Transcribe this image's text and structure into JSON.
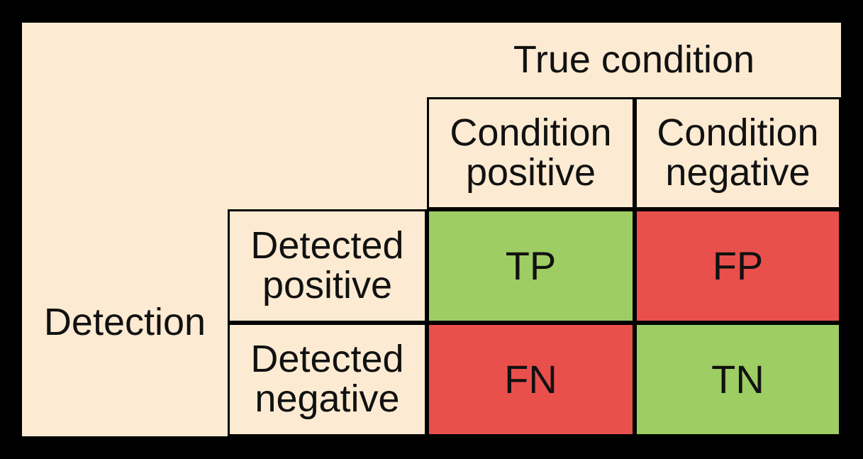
{
  "figure": {
    "kind": "confusion-matrix",
    "colors": {
      "background": "#000000",
      "plate": "#FCEBD2",
      "correct": "#9DCD63",
      "error": "#E9504C",
      "line": "#000000",
      "text": "#111111"
    }
  },
  "axes": {
    "column_axis_title": "True condition",
    "row_axis_title": "Detection"
  },
  "column_headers": [
    "Condition\npositive",
    "Condition\nnegative"
  ],
  "row_headers": [
    "Detected\npositive",
    "Detected\nnegative"
  ],
  "cells": [
    {
      "label": "TP",
      "row": "Detected positive",
      "column": "Condition positive",
      "outcome": "correct",
      "fill": "#9DCD63"
    },
    {
      "label": "FP",
      "row": "Detected positive",
      "column": "Condition negative",
      "outcome": "error",
      "fill": "#E9504C"
    },
    {
      "label": "FN",
      "row": "Detected negative",
      "column": "Condition positive",
      "outcome": "error",
      "fill": "#E9504C"
    },
    {
      "label": "TN",
      "row": "Detected negative",
      "column": "Condition negative",
      "outcome": "correct",
      "fill": "#9DCD63"
    }
  ]
}
